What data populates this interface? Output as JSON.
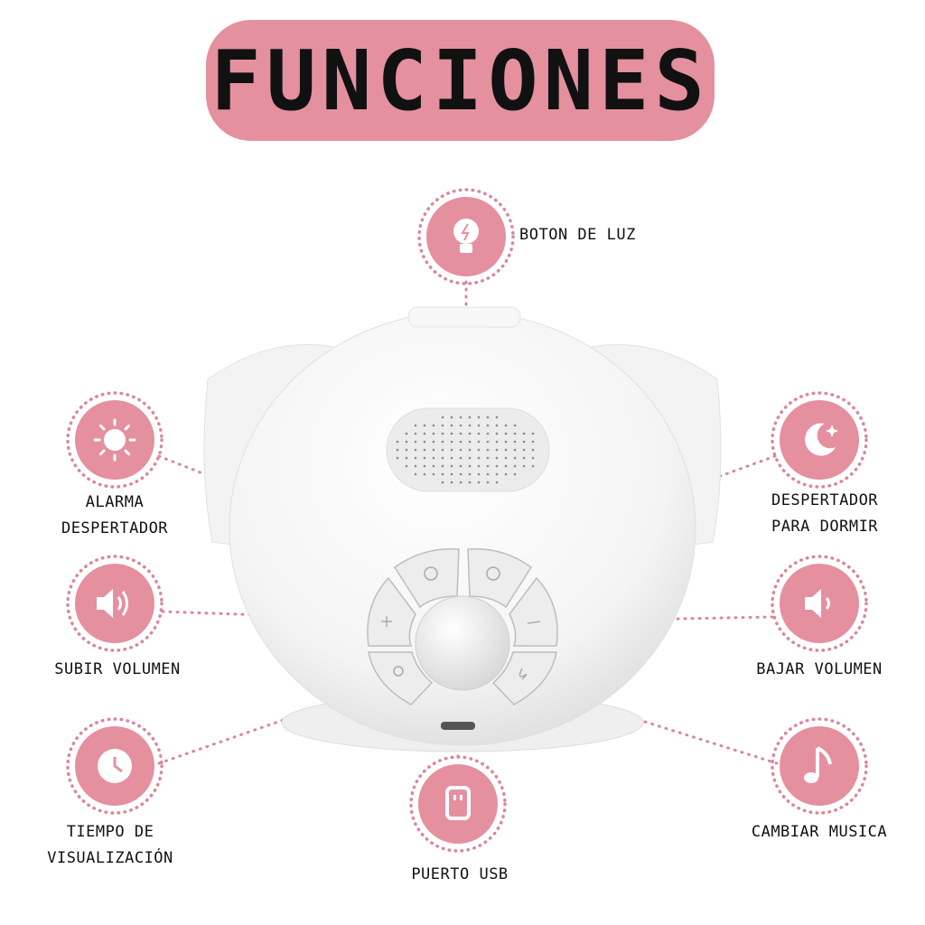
{
  "title": "FUNCIONES",
  "accent_color": "#e5909f",
  "features": {
    "light": {
      "label": "BOTON DE LUZ",
      "icon": "lightbulb-icon"
    },
    "alarm": {
      "line1": "ALARMA",
      "line2": "DESPERTADOR",
      "icon": "sun-icon"
    },
    "volume_up": {
      "label": "SUBIR VOLUMEN",
      "icon": "volume-up-icon"
    },
    "display_time": {
      "line1": "TIEMPO DE",
      "line2": "VISUALIZACIÓN",
      "icon": "clock-icon"
    },
    "usb": {
      "label": "PUERTO USB",
      "icon": "usb-icon"
    },
    "sleep": {
      "line1": "DESPERTADOR",
      "line2": "PARA DORMIR",
      "icon": "moon-stars-icon"
    },
    "volume_down": {
      "label": "BAJAR VOLUMEN",
      "icon": "volume-down-icon"
    },
    "music": {
      "label": "CAMBIAR MUSICA",
      "icon": "music-note-icon"
    }
  }
}
